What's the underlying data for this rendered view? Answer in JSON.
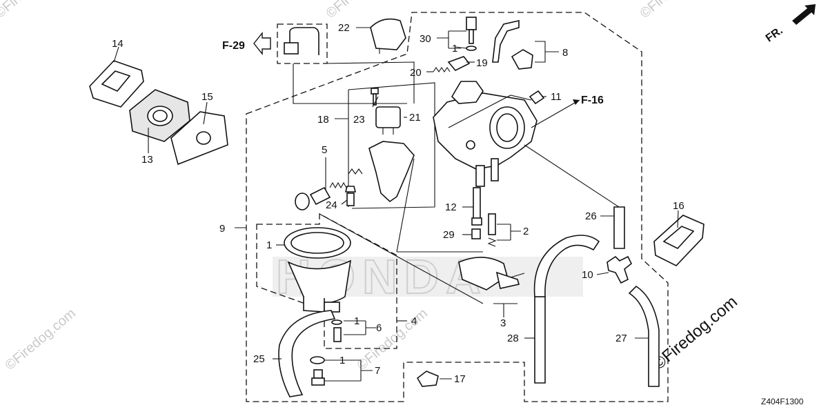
{
  "diagram": {
    "drawing_code": "Z404F1300",
    "front_label": "FR.",
    "refs": {
      "left": "F-29",
      "right": "F-16"
    },
    "callouts": [
      {
        "id": "c1a",
        "text": "1"
      },
      {
        "id": "c1b",
        "text": "1"
      },
      {
        "id": "c1c",
        "text": "1"
      },
      {
        "id": "c1d",
        "text": "1"
      },
      {
        "id": "c2",
        "text": "2"
      },
      {
        "id": "c3",
        "text": "3"
      },
      {
        "id": "c4",
        "text": "4"
      },
      {
        "id": "c5",
        "text": "5"
      },
      {
        "id": "c6",
        "text": "6"
      },
      {
        "id": "c7",
        "text": "7"
      },
      {
        "id": "c8",
        "text": "8"
      },
      {
        "id": "c9",
        "text": "9"
      },
      {
        "id": "c10",
        "text": "10"
      },
      {
        "id": "c11",
        "text": "11"
      },
      {
        "id": "c12",
        "text": "12"
      },
      {
        "id": "c13",
        "text": "13"
      },
      {
        "id": "c14",
        "text": "14"
      },
      {
        "id": "c15",
        "text": "15"
      },
      {
        "id": "c16",
        "text": "16"
      },
      {
        "id": "c17",
        "text": "17"
      },
      {
        "id": "c18",
        "text": "18"
      },
      {
        "id": "c19",
        "text": "19"
      },
      {
        "id": "c20",
        "text": "20"
      },
      {
        "id": "c21",
        "text": "21"
      },
      {
        "id": "c22",
        "text": "22"
      },
      {
        "id": "c23",
        "text": "23"
      },
      {
        "id": "c24",
        "text": "24"
      },
      {
        "id": "c25",
        "text": "25"
      },
      {
        "id": "c26",
        "text": "26"
      },
      {
        "id": "c27",
        "text": "27"
      },
      {
        "id": "c28",
        "text": "28"
      },
      {
        "id": "c29",
        "text": "29"
      },
      {
        "id": "c30",
        "text": "30"
      }
    ],
    "watermarks": {
      "corner": "©Firedog.com",
      "edge": "©Firedog.com",
      "brand": "HONDA"
    }
  }
}
